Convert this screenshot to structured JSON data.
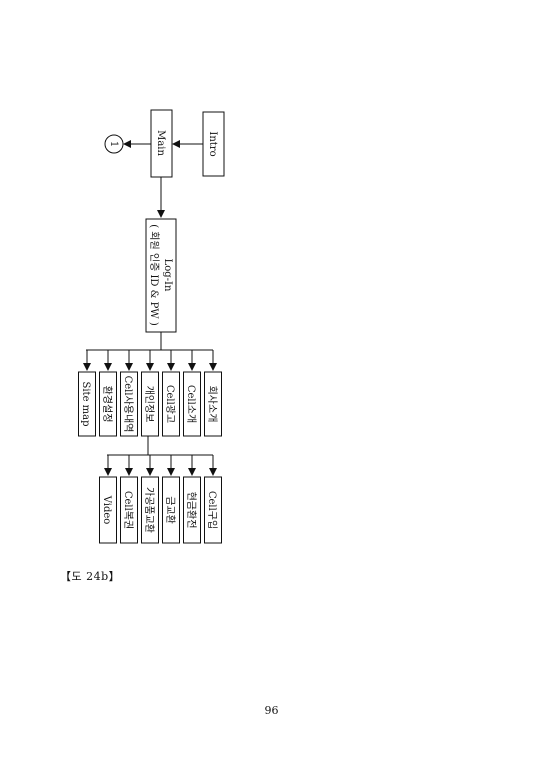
{
  "diagram": {
    "nodes": {
      "intro": "Intro",
      "main": "Main",
      "connector": "1",
      "login_line1": "Log-In",
      "login_line2": "( 회원 인증 ID & PW )"
    },
    "menu_items": [
      "회사소개",
      "Cell소개",
      "Cell광고",
      "개인정보",
      "Cell사용내역",
      "환경설정",
      "Site map"
    ],
    "sub_items": [
      "Cell구입",
      "현금환전",
      "금교환",
      "가공품교환",
      "Cell복권",
      "Video"
    ]
  },
  "caption": "【도 24b】",
  "page_number": "96"
}
